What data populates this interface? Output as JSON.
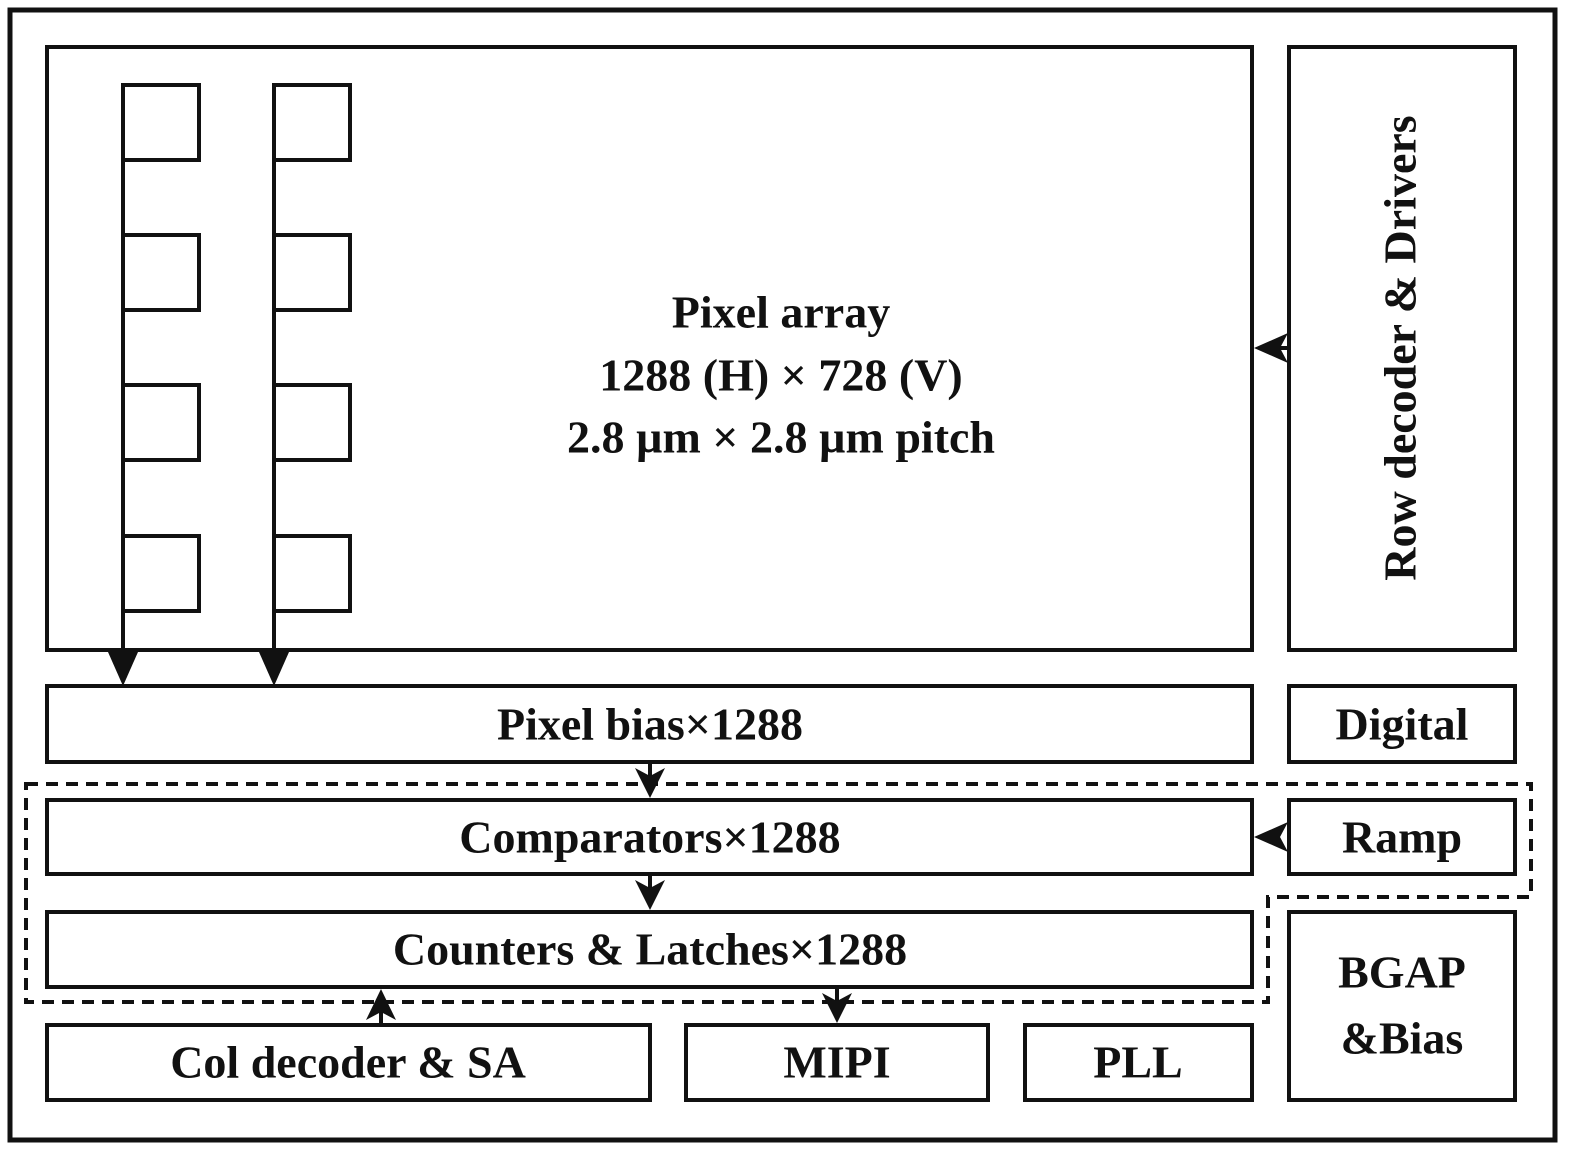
{
  "diagram": {
    "pixel_array": {
      "title": "Pixel array",
      "resolution": "1288 (H) × 728 (V)",
      "pitch": "2.8 µm × 2.8 µm pitch"
    },
    "row_decoder": "Row decoder &  Drivers",
    "pixel_bias": "Pixel bias×1288",
    "digital": "Digital",
    "comparators": "Comparators×1288",
    "ramp": "Ramp",
    "counters": "Counters & Latches×1288",
    "bgap_line1": "BGAP",
    "bgap_line2": "&Bias",
    "col_decoder": "Col decoder &  SA",
    "mipi": "MIPI",
    "pll": "PLL"
  }
}
